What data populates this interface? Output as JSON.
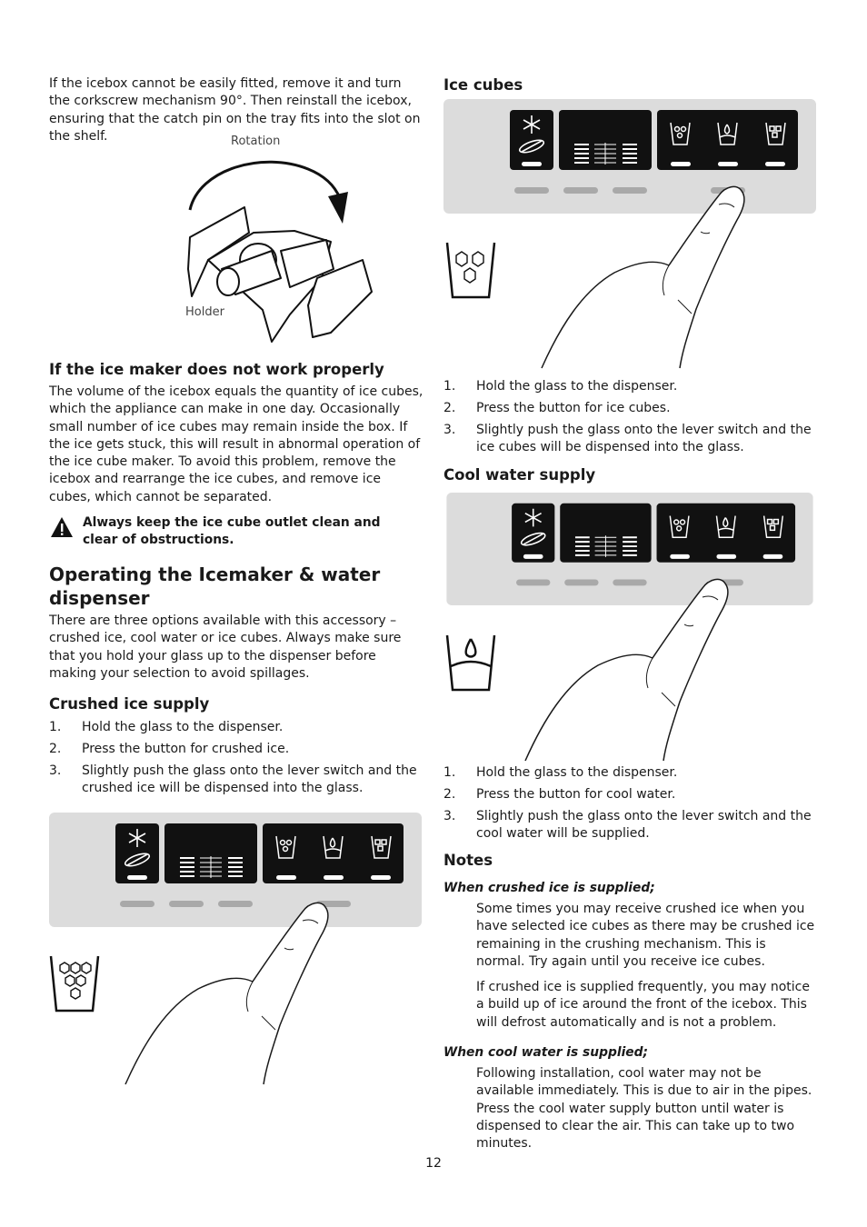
{
  "left": {
    "intro": "If the icebox cannot be easily fitted, remove it and turn the corkscrew mechanism 90°. Then reinstall the icebox, ensuring that the catch pin on the tray fits into the slot on the shelf.",
    "figure": {
      "rotation_label": "Rotation",
      "holder_label": "Holder"
    },
    "icemaker_heading": "If the ice maker does not work properly",
    "icemaker_text": "The volume of the icebox equals the quantity of ice cubes, which the appliance can make in one day. Occasionally small number of ice cubes may remain inside the box. If the ice gets stuck, this will result in abnormal operation of the ice cube maker. To avoid this problem, remove the icebox and rearrange the ice cubes, and remove ice cubes, which cannot be separated.",
    "warning": "Always keep the ice cube outlet clean and clear of obstructions.",
    "operating_heading": "Operating the Icemaker & water dispenser",
    "operating_text": "There are three options available with this accessory – crushed ice, cool water or ice cubes. Always make sure that you hold your glass up to the dispenser before making your selection to avoid spillages.",
    "crushed_heading": "Crushed ice supply",
    "crushed_steps": [
      {
        "num": "1.",
        "text": "Hold the glass to the dispenser."
      },
      {
        "num": "2.",
        "text": "Press the button for crushed ice."
      },
      {
        "num": "3.",
        "text": "Slightly push the glass onto the lever switch and the crushed ice will be dispensed into the glass."
      }
    ]
  },
  "right": {
    "cubes_heading": "Ice cubes",
    "cubes_steps": [
      {
        "num": "1.",
        "text": "Hold the glass to the dispenser."
      },
      {
        "num": "2.",
        "text": "Press the button for ice cubes."
      },
      {
        "num": "3.",
        "text": "Slightly push the glass onto the lever switch and the ice cubes will be dispensed into the glass."
      }
    ],
    "water_heading": "Cool water supply",
    "water_steps": [
      {
        "num": "1.",
        "text": "Hold the glass to the dispenser."
      },
      {
        "num": "2.",
        "text": "Press the button for cool water."
      },
      {
        "num": "3.",
        "text": "Slightly push the glass onto the lever switch and the cool water will be supplied."
      }
    ],
    "notes_heading": "Notes",
    "note1_sub": "When crushed ice is supplied;",
    "note1_p1": "Some times you may receive crushed ice when you have selected ice cubes as there may be crushed ice remaining in the crushing mechanism. This is normal. Try again until you receive ice cubes.",
    "note1_p2": "If crushed ice is supplied frequently, you may notice a build up of ice around the front of the icebox. This will defrost automatically and is not a problem.",
    "note2_sub": "When cool water is supplied;",
    "note2_p1": "Following installation, cool water may not be available immediately. This is due to air in the pipes. Press the cool water supply button until water is dispensed to clear the air. This can take up to two minutes."
  },
  "page_number": "12"
}
